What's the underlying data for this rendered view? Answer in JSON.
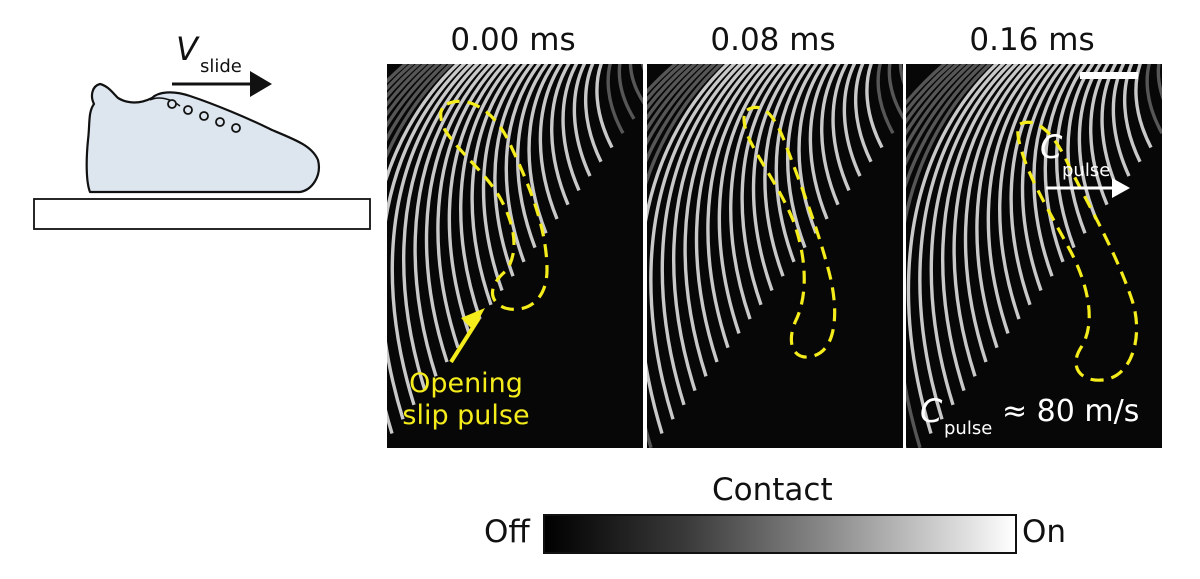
{
  "schematic": {
    "velocity_symbol": "V",
    "velocity_subscript": "slide"
  },
  "panels": [
    {
      "time_label": "0.00 ms"
    },
    {
      "time_label": "0.08 ms"
    },
    {
      "time_label": "0.16 ms"
    }
  ],
  "annotations": {
    "opening_line1": "Opening",
    "opening_line2": "slip pulse",
    "cpulse_symbol": "C",
    "cpulse_subscript": "pulse",
    "cpulse_value": "≈ 80 m/s"
  },
  "colorbar": {
    "title": "Contact",
    "min_label": "Off",
    "max_label": "On"
  },
  "colors": {
    "highlight": "#f5ec1b",
    "shoe_fill": "#dde6ef",
    "background": "#070707"
  }
}
